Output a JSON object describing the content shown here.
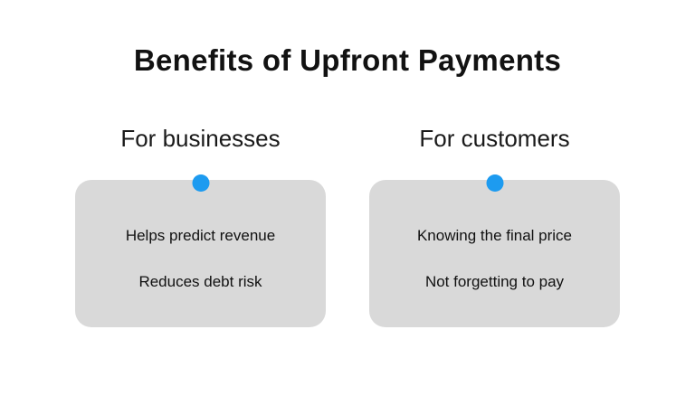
{
  "title": "Benefits of Upfront Payments",
  "colors": {
    "accent": "#1d9bf0",
    "card_background": "#d9d9d9",
    "text": "#121212"
  },
  "columns": [
    {
      "heading": "For businesses",
      "items": [
        "Helps predict revenue",
        "Reduces debt risk"
      ]
    },
    {
      "heading": "For customers",
      "items": [
        "Knowing the final price",
        "Not forgetting to pay"
      ]
    }
  ]
}
